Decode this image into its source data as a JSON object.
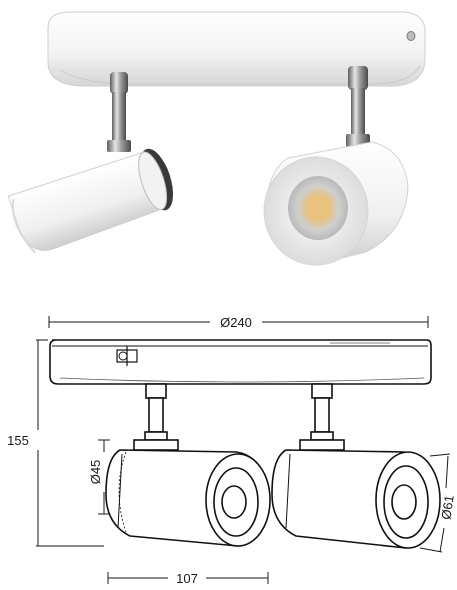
{
  "product": {
    "name": "",
    "finish_color": "#f4f4f4",
    "chrome_color": "#9a9a9a",
    "led_color": "#e7c88a"
  },
  "dimensions": {
    "diameter_base": "Ø240",
    "height": "155",
    "diameter_head_small": "Ø45",
    "diameter_head_large": "Ø61",
    "spacing": "107"
  }
}
